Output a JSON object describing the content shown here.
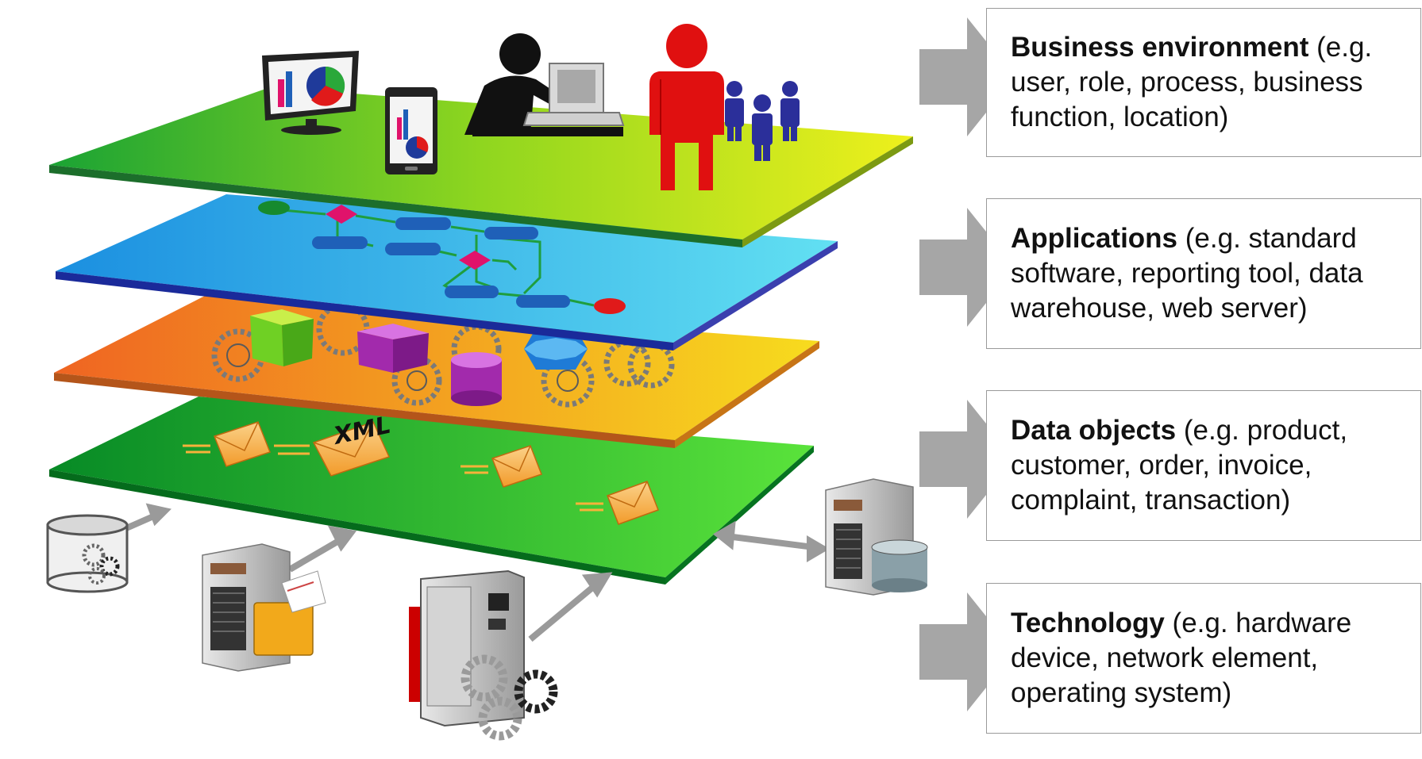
{
  "layers": [
    {
      "name": "Business environment",
      "description": " (e.g. user, role, process, business function, location)"
    },
    {
      "name": "Applications",
      "description": " (e.g. standard software, reporting tool, data warehouse, web server)"
    },
    {
      "name": "Data objects",
      "description": " (e.g. product, customer, order, invoice, complaint, transaction)"
    },
    {
      "name": "Technology",
      "description": " (e.g. hardware device, network element, operating system)"
    }
  ],
  "envelope_label": "XML",
  "colors": {
    "business_layer": [
      "#1aa334",
      "#e6ea1e"
    ],
    "applications_layer": [
      "#1b8fe0",
      "#4fd8f0"
    ],
    "data_layer": [
      "#ef6a22",
      "#f5d51e"
    ],
    "technology_layer": [
      "#0a9a2a",
      "#54e23a"
    ],
    "arrow": "#a6a6a6",
    "box_border": "#9a9a9a"
  },
  "icons": [
    "monitor-chart-icon",
    "tablet-chart-icon",
    "user-at-computer-icon",
    "person-icon",
    "group-icon",
    "process-flow-icon",
    "gear-icon",
    "cube-icon",
    "cylinder-icon",
    "hexagon-icon",
    "envelope-icon",
    "database-icon",
    "server-icon",
    "folder-icon",
    "mainframe-icon"
  ]
}
